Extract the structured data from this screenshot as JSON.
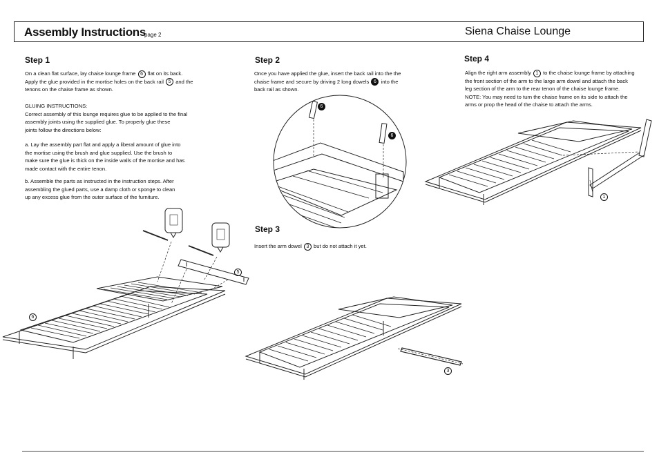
{
  "header": {
    "title": "Assembly Instructions",
    "page": "page 2",
    "product": "Siena Chaise Lounge"
  },
  "step1": {
    "heading": "Step 1",
    "p1_a": "On a clean flat surface, lay chaise lounge frame",
    "p1_b": "flat on its back.",
    "p1_c": "Apply the glue provided in the mortise holes on the back rail",
    "p1_d": "and the",
    "p1_e": "tenons on the chaise frame as shown.",
    "g_title": "GLUING INSTRUCTIONS:",
    "g1": "Correct assembly of this lounge requires glue to be applied to the final",
    "g2": "assembly joints using the supplied glue. To properly glue these",
    "g3": "joints follow the directions below:",
    "a1": "a. Lay the assembly part flat and apply a liberal amount of glue into",
    "a2": "the mortise using the brush and glue supplied. Use the brush to",
    "a3": "make sure the glue is thick on the inside walls of the mortise and has",
    "a4": "made contact with the entire tenon.",
    "b1": "b. Assemble the parts as instructed in the instruction steps. After",
    "b2": "assembling the glued parts, use a damp cloth or sponge to clean",
    "b3": "up any excess glue from the outer surface of the furniture.",
    "part_frame": "6",
    "part_rail": "5"
  },
  "step2": {
    "heading": "Step 2",
    "l1": "Once you have applied the glue, insert the back rail into the the",
    "l2": "chaise frame and secure by driving 2 long dowels",
    "l2b": "into the",
    "l3": "back rail as shown.",
    "part": "6"
  },
  "step3": {
    "heading": "Step 3",
    "l1a": "Insert the arm dowel",
    "l1b": "but do not attach it yet.",
    "part": "3"
  },
  "step4": {
    "heading": "Step 4",
    "l1a": "Align the right arm assembly",
    "l1b": "to the chaise lounge frame by attaching",
    "l2": "the front section of the arm to the large arm dowel and attach the back",
    "l3": "leg section of the arm to the rear tenon of the chaise lounge frame.",
    "l4": "NOTE: You may need to turn the chaise frame on its side to attach the",
    "l5": "arms or prop the head of the chaise to attach the arms.",
    "part": "1"
  }
}
